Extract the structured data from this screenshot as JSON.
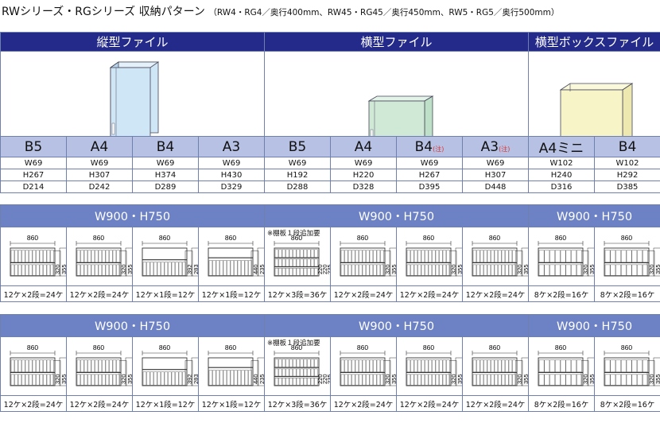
{
  "title": {
    "main": "RWシリーズ・RGシリーズ 収納パターン",
    "sub": "（RW4・RG4／奥行400mm、RW45・RG45／奥行450mm、RW5・RG5／奥行500mm）"
  },
  "categories": [
    "縦型ファイル",
    "横型ファイル",
    "横型ボックスファイル"
  ],
  "sizes": [
    {
      "label": "B5",
      "note": "",
      "w": "W69",
      "h": "H267",
      "d": "D214"
    },
    {
      "label": "A4",
      "note": "",
      "w": "W69",
      "h": "H307",
      "d": "D242"
    },
    {
      "label": "B4",
      "note": "",
      "w": "W69",
      "h": "H374",
      "d": "D289"
    },
    {
      "label": "A3",
      "note": "",
      "w": "W69",
      "h": "H430",
      "d": "D329"
    },
    {
      "label": "B5",
      "note": "",
      "w": "W69",
      "h": "H192",
      "d": "D288"
    },
    {
      "label": "A4",
      "note": "",
      "w": "W69",
      "h": "H220",
      "d": "D328"
    },
    {
      "label": "B4",
      "note": "(注)",
      "w": "W69",
      "h": "H267",
      "d": "D395"
    },
    {
      "label": "A3",
      "note": "(注)",
      "w": "W69",
      "h": "H307",
      "d": "D448"
    },
    {
      "label": "A4ミニ",
      "note": "",
      "w": "W102",
      "h": "H240",
      "d": "D316"
    },
    {
      "label": "B4",
      "note": "",
      "w": "W102",
      "h": "H292",
      "d": "D385"
    }
  ],
  "patterns": [
    {
      "headers": [
        "W900・H750",
        "W900・H750",
        "W900・H750"
      ],
      "shelf_note": "※棚板１段追加要",
      "cells": [
        {
          "width": "860",
          "dims": [
            "320",
            "355"
          ],
          "caption": "12ケ×2段=24ケ"
        },
        {
          "width": "860",
          "dims": [
            "320",
            "355"
          ],
          "caption": "12ケ×2段=24ケ"
        },
        {
          "width": "860",
          "dims": [
            "392",
            "283"
          ],
          "caption": "12ケ×1段=12ケ"
        },
        {
          "width": "860",
          "dims": [
            "440",
            "235"
          ],
          "caption": "12ケ×1段=12ケ"
        },
        {
          "width": "860",
          "dims": [
            "220",
            "220",
            "235"
          ],
          "caption": "12ケ×3段=36ケ"
        },
        {
          "width": "860",
          "dims": [
            "320",
            "355"
          ],
          "caption": "12ケ×2段=24ケ"
        },
        {
          "width": "860",
          "dims": [
            "320",
            "355"
          ],
          "caption": "12ケ×2段=24ケ"
        },
        {
          "width": "860",
          "dims": [
            "320",
            "355"
          ],
          "caption": "12ケ×2段=24ケ"
        },
        {
          "width": "860",
          "dims": [
            "320",
            "355"
          ],
          "caption": "8ケ×2段=16ケ"
        },
        {
          "width": "860",
          "dims": [
            "320",
            "355"
          ],
          "caption": "8ケ×2段=16ケ"
        }
      ]
    },
    {
      "headers": [
        "W900・H750",
        "W900・H750",
        "W900・H750"
      ],
      "shelf_note": "※棚板１段追加要",
      "cells": [
        {
          "width": "860",
          "dims": [
            "320",
            "355"
          ],
          "caption": "12ケ×2段=24ケ"
        },
        {
          "width": "860",
          "dims": [
            "320",
            "355"
          ],
          "caption": "12ケ×2段=24ケ"
        },
        {
          "width": "860",
          "dims": [
            "392",
            "283"
          ],
          "caption": "12ケ×1段=12ケ"
        },
        {
          "width": "860",
          "dims": [
            "440",
            "235"
          ],
          "caption": "12ケ×1段=12ケ"
        },
        {
          "width": "860",
          "dims": [
            "220",
            "220",
            "235"
          ],
          "caption": "12ケ×3段=36ケ"
        },
        {
          "width": "860",
          "dims": [
            "320",
            "355"
          ],
          "caption": "12ケ×2段=24ケ"
        },
        {
          "width": "860",
          "dims": [
            "320",
            "355"
          ],
          "caption": "12ケ×2段=24ケ"
        },
        {
          "width": "860",
          "dims": [
            "320",
            "355"
          ],
          "caption": "12ケ×2段=24ケ"
        },
        {
          "width": "860",
          "dims": [
            "320",
            "355"
          ],
          "caption": "8ケ×2段=16ケ"
        },
        {
          "width": "860",
          "dims": [
            "320",
            "355"
          ],
          "caption": "8ケ×2段=16ケ"
        }
      ]
    }
  ],
  "colors": {
    "header_dark": "#232a8a",
    "header_mid": "#6d82c4",
    "size_row": "#b6c1e3",
    "file_vertical": "#cfe6f7",
    "file_horizontal": "#cfe9d6",
    "box_file": "#f7f4c8",
    "note_red": "#d33333"
  }
}
